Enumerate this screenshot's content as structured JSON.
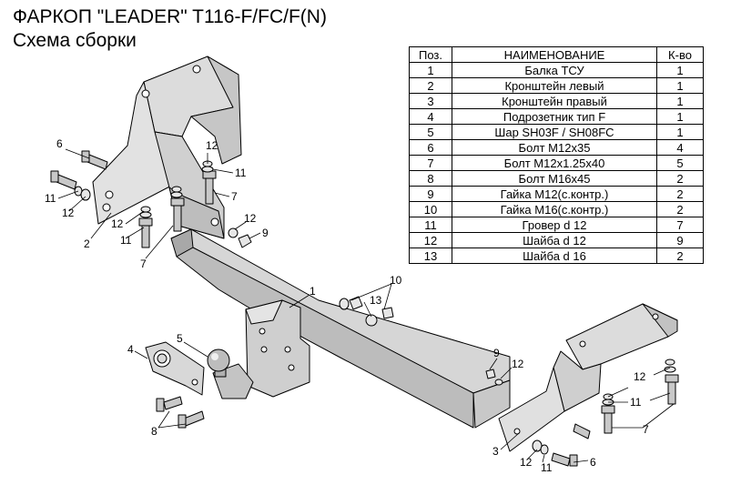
{
  "header": {
    "title": "ФАРКОП \"LEADER\" T116-F/FC/F(N)",
    "subtitle": "Схема сборки"
  },
  "parts_table": {
    "columns": [
      "Поз.",
      "НАИМЕНОВАНИЕ",
      "К-во"
    ],
    "rows": [
      {
        "pos": "1",
        "name": "Балка ТСУ",
        "qty": "1"
      },
      {
        "pos": "2",
        "name": "Кронштейн левый",
        "qty": "1"
      },
      {
        "pos": "3",
        "name": "Кронштейн правый",
        "qty": "1"
      },
      {
        "pos": "4",
        "name": "Подрозетник тип F",
        "qty": "1"
      },
      {
        "pos": "5",
        "name": "Шар SH03F / SH08FC",
        "qty": "1"
      },
      {
        "pos": "6",
        "name": "Болт М12х35",
        "qty": "4"
      },
      {
        "pos": "7",
        "name": "Болт М12х1.25х40",
        "qty": "5"
      },
      {
        "pos": "8",
        "name": "Болт М16х45",
        "qty": "2"
      },
      {
        "pos": "9",
        "name": "Гайка М12(с.контр.)",
        "qty": "2"
      },
      {
        "pos": "10",
        "name": "Гайка  М16(с.контр.)",
        "qty": "2"
      },
      {
        "pos": "11",
        "name": "Гровер d 12",
        "qty": "7"
      },
      {
        "pos": "12",
        "name": "Шайба d 12",
        "qty": "9"
      },
      {
        "pos": "13",
        "name": "Шайба d 16",
        "qty": "2"
      }
    ]
  },
  "callouts": {
    "c1": "1",
    "c2": "2",
    "c3": "3",
    "c4": "4",
    "c5": "5",
    "c6a": "6",
    "c6b": "6",
    "c7a": "7",
    "c7b": "7",
    "c7c": "7",
    "c8": "8",
    "c9a": "9",
    "c9b": "9",
    "c10": "10",
    "c11a": "11",
    "c11b": "11",
    "c11c": "11",
    "c11d": "11",
    "c11e": "11",
    "c12a": "12",
    "c12b": "12",
    "c12c": "12",
    "c12d": "12",
    "c12e": "12",
    "c12f": "12",
    "c12g": "12",
    "c13": "13"
  }
}
